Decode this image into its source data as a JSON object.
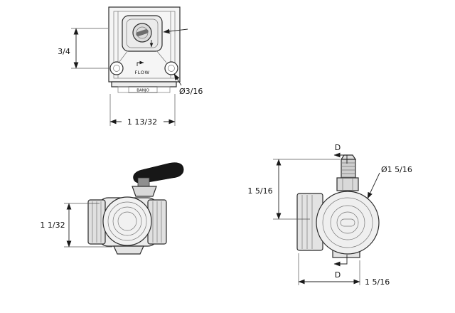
{
  "drawing": {
    "type": "technical-drawing-3-view-ball-valve",
    "colors": {
      "background": "#ffffff",
      "line": "#2b2b2b",
      "handle": "#171717"
    },
    "views": {
      "top": {
        "dim_height": "3/4",
        "hole_callout": "Ø3/16",
        "dim_width": "1 13/32",
        "flow_label": "FLOW",
        "brand_label": "BANJO"
      },
      "front": {
        "dim_height": "1 1/32"
      },
      "side": {
        "section_label_top": "D",
        "section_label_bottom": "D",
        "dim_height": "1 5/16",
        "diameter_callout": "Ø1 5/16",
        "dim_width": "1 5/16"
      }
    }
  }
}
